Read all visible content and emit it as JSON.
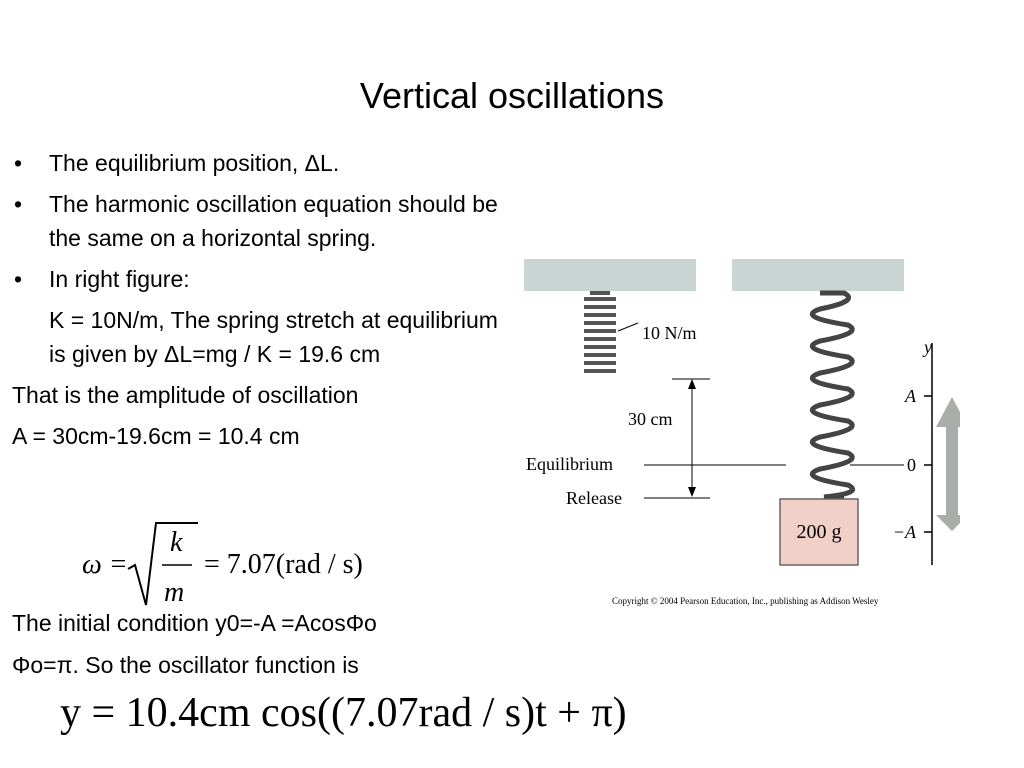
{
  "slide": {
    "title": "Vertical oscillations",
    "bullets": [
      "The equilibrium position, ΔL.",
      "The harmonic oscillation equation should be the same on a horizontal spring.",
      "In right figure:"
    ],
    "sub_text": "K = 10N/m, The spring stretch at equilibrium is given by ΔL=mg / K = 19.6 cm",
    "amplitude_intro": "That is the amplitude of oscillation",
    "amplitude_value": "A = 30cm-19.6cm = 10.4 cm",
    "initial_condition": "The initial condition y0=-A =AcosΦo",
    "phase_line": "Φo=π. So the oscillator function is"
  },
  "equations": {
    "omega_lhs": "ω =",
    "omega_num": "k",
    "omega_den": "m",
    "omega_rhs": "= 7.07(rad / s)",
    "y_eq": "y = 10.4cm cos((7.07rad / s)t + π)"
  },
  "figure": {
    "spring_constant": "10 N/m",
    "distance": "30 cm",
    "equilibrium_label": "Equilibrium",
    "release_label": "Release",
    "mass_label": "200 g",
    "axis_label": "y",
    "tick_top": "A",
    "tick_mid": "0",
    "tick_bottom": "−A",
    "copyright": "Copyright © 2004 Pearson Education, Inc., publishing as Addison Wesley",
    "colors": {
      "ceiling": "#c9d5d2",
      "mass_fill": "#f1d0c7",
      "arrow": "#a9aeab"
    }
  }
}
